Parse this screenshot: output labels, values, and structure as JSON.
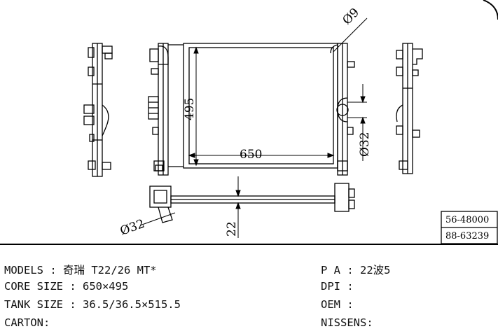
{
  "drawing": {
    "dims": {
      "tube": "Ø9",
      "height": "495",
      "width": "650",
      "outlet": "Ø32",
      "inlet": "Ø32",
      "depth": "22"
    },
    "part_numbers": [
      "56-48000",
      "88-63239"
    ]
  },
  "specs": {
    "models": "MODELS : 奇瑞 T22/26 MT*",
    "core_size": "CORE SIZE : 650×495",
    "tank_size": "TANK SIZE : 36.5/36.5×515.5",
    "carton": "CARTON:",
    "pa": "P A : 22波5",
    "dpi": "DPI :",
    "oem": "OEM :",
    "nissens": "NISSENS:"
  }
}
